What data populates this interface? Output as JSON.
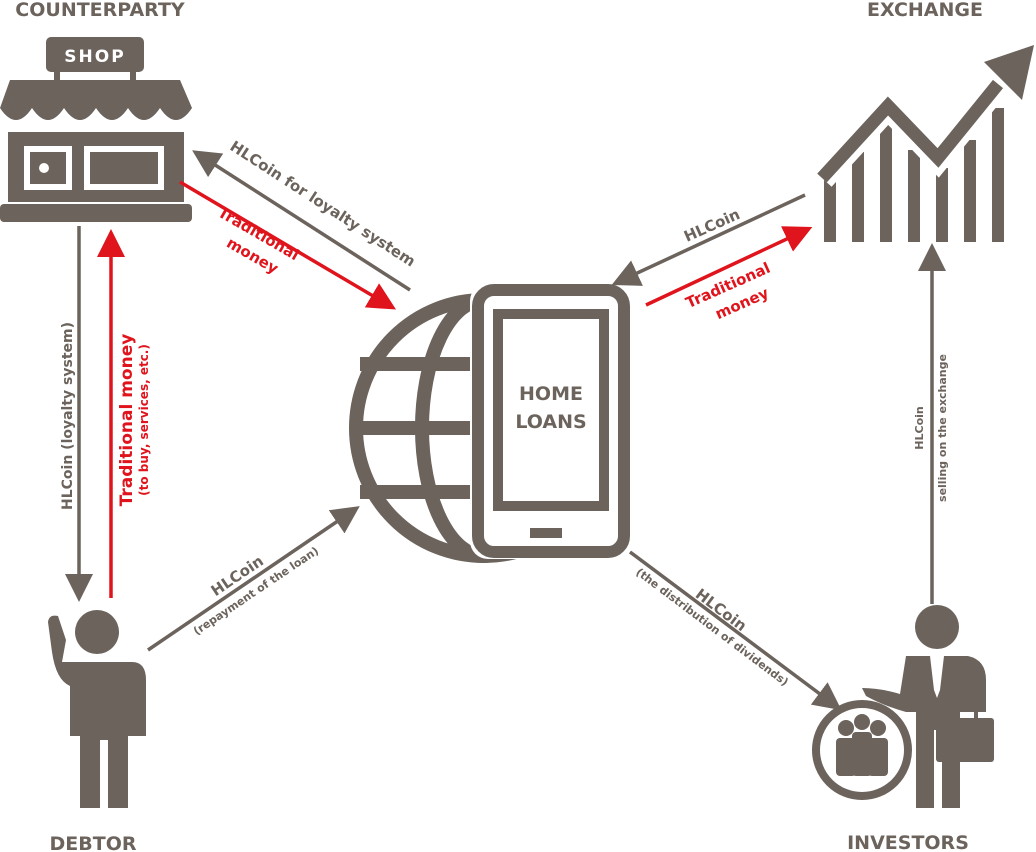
{
  "colors": {
    "icon": "#6b635c",
    "accent": "#e0141c"
  },
  "titles": {
    "counterparty": "COUNTERPARTY",
    "exchange": "EXCHANGE",
    "debtor": "DEBTOR",
    "investors": "INVESTORS"
  },
  "shop_sign": "SHOP",
  "center": {
    "line1": "HOME",
    "line2": "LOANS"
  },
  "flows": {
    "loyalty_to_counterparty": "HLCoin for loyalty system",
    "money_to_platform_line1": "Traditional",
    "money_to_platform_line2": "money",
    "hlcoin_from_exchange": "HLCoin",
    "money_to_exchange_line1": "Traditional",
    "money_to_exchange_line2": "money",
    "loyalty_to_debtor": "HLCoin (loyalty system)",
    "money_to_counterparty_main": "Traditional money",
    "money_to_counterparty_sub": "(to buy, services, etc.)",
    "repayment_main": "HLCoin",
    "repayment_sub": "(repayment of the loan)",
    "dividends_main": "HLCoin",
    "dividends_sub": "(the distribution of dividends)",
    "selling_line1": "HLCoin",
    "selling_line2": "selling on the exchange"
  }
}
